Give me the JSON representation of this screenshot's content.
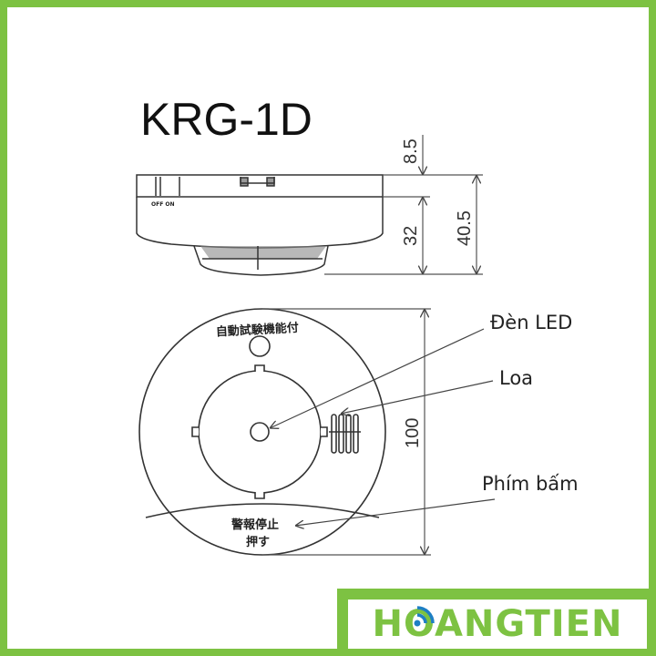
{
  "title": "KRG-1D",
  "dimensions": {
    "top_cap": "8.5",
    "body": "32",
    "total_height": "40.5",
    "diameter": "100"
  },
  "side_view": {
    "switch_label": "OFF ON"
  },
  "front_view": {
    "top_text": "自動試験機能付",
    "button_text_line1": "警報停止",
    "button_text_line2": "押す"
  },
  "callouts": {
    "led": "Đèn LED",
    "speaker": "Loa",
    "button": "Phím bấm"
  },
  "logo": {
    "text": "HOANGTIEN",
    "icon": "wifi-signal-icon"
  },
  "colors": {
    "brand_green": "#7dc242",
    "logo_blue": "#1e7fc4",
    "line": "#333333"
  }
}
